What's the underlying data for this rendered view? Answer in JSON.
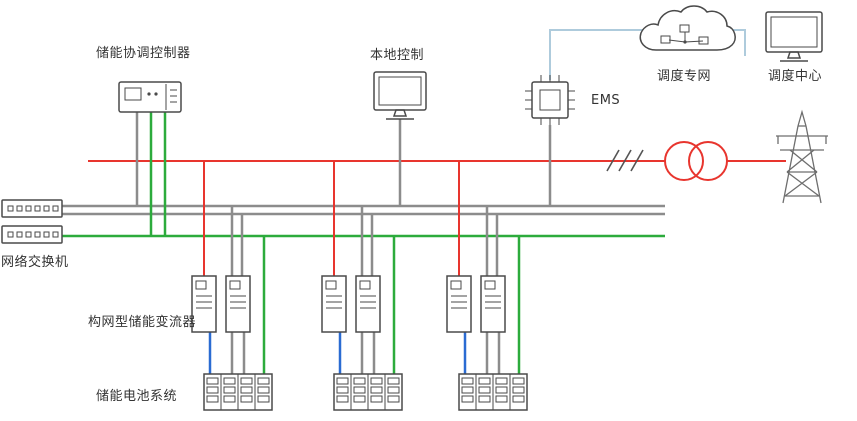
{
  "diagram": {
    "nodes": {
      "coordinator": {
        "label": "储能协调控制器"
      },
      "local_control": {
        "label": "本地控制"
      },
      "ems": {
        "label": "EMS"
      },
      "dispatch_network": {
        "label": "调度专网"
      },
      "dispatch_center": {
        "label": "调度中心"
      },
      "network_switch": {
        "label": "网络交换机"
      },
      "converter": {
        "label": "构网型储能变流器"
      },
      "battery_system": {
        "label": "储能电池系统"
      }
    },
    "colors": {
      "power_line_red": "#e8352e",
      "network_line_green": "#2cab3c",
      "bus_line_gray": "#8c8c8c",
      "dc_line_blue": "#2a6bd2",
      "scada_link_blue": "#aecbdc",
      "icon_stroke": "#4a4a4a",
      "label_text": "#333333"
    }
  }
}
